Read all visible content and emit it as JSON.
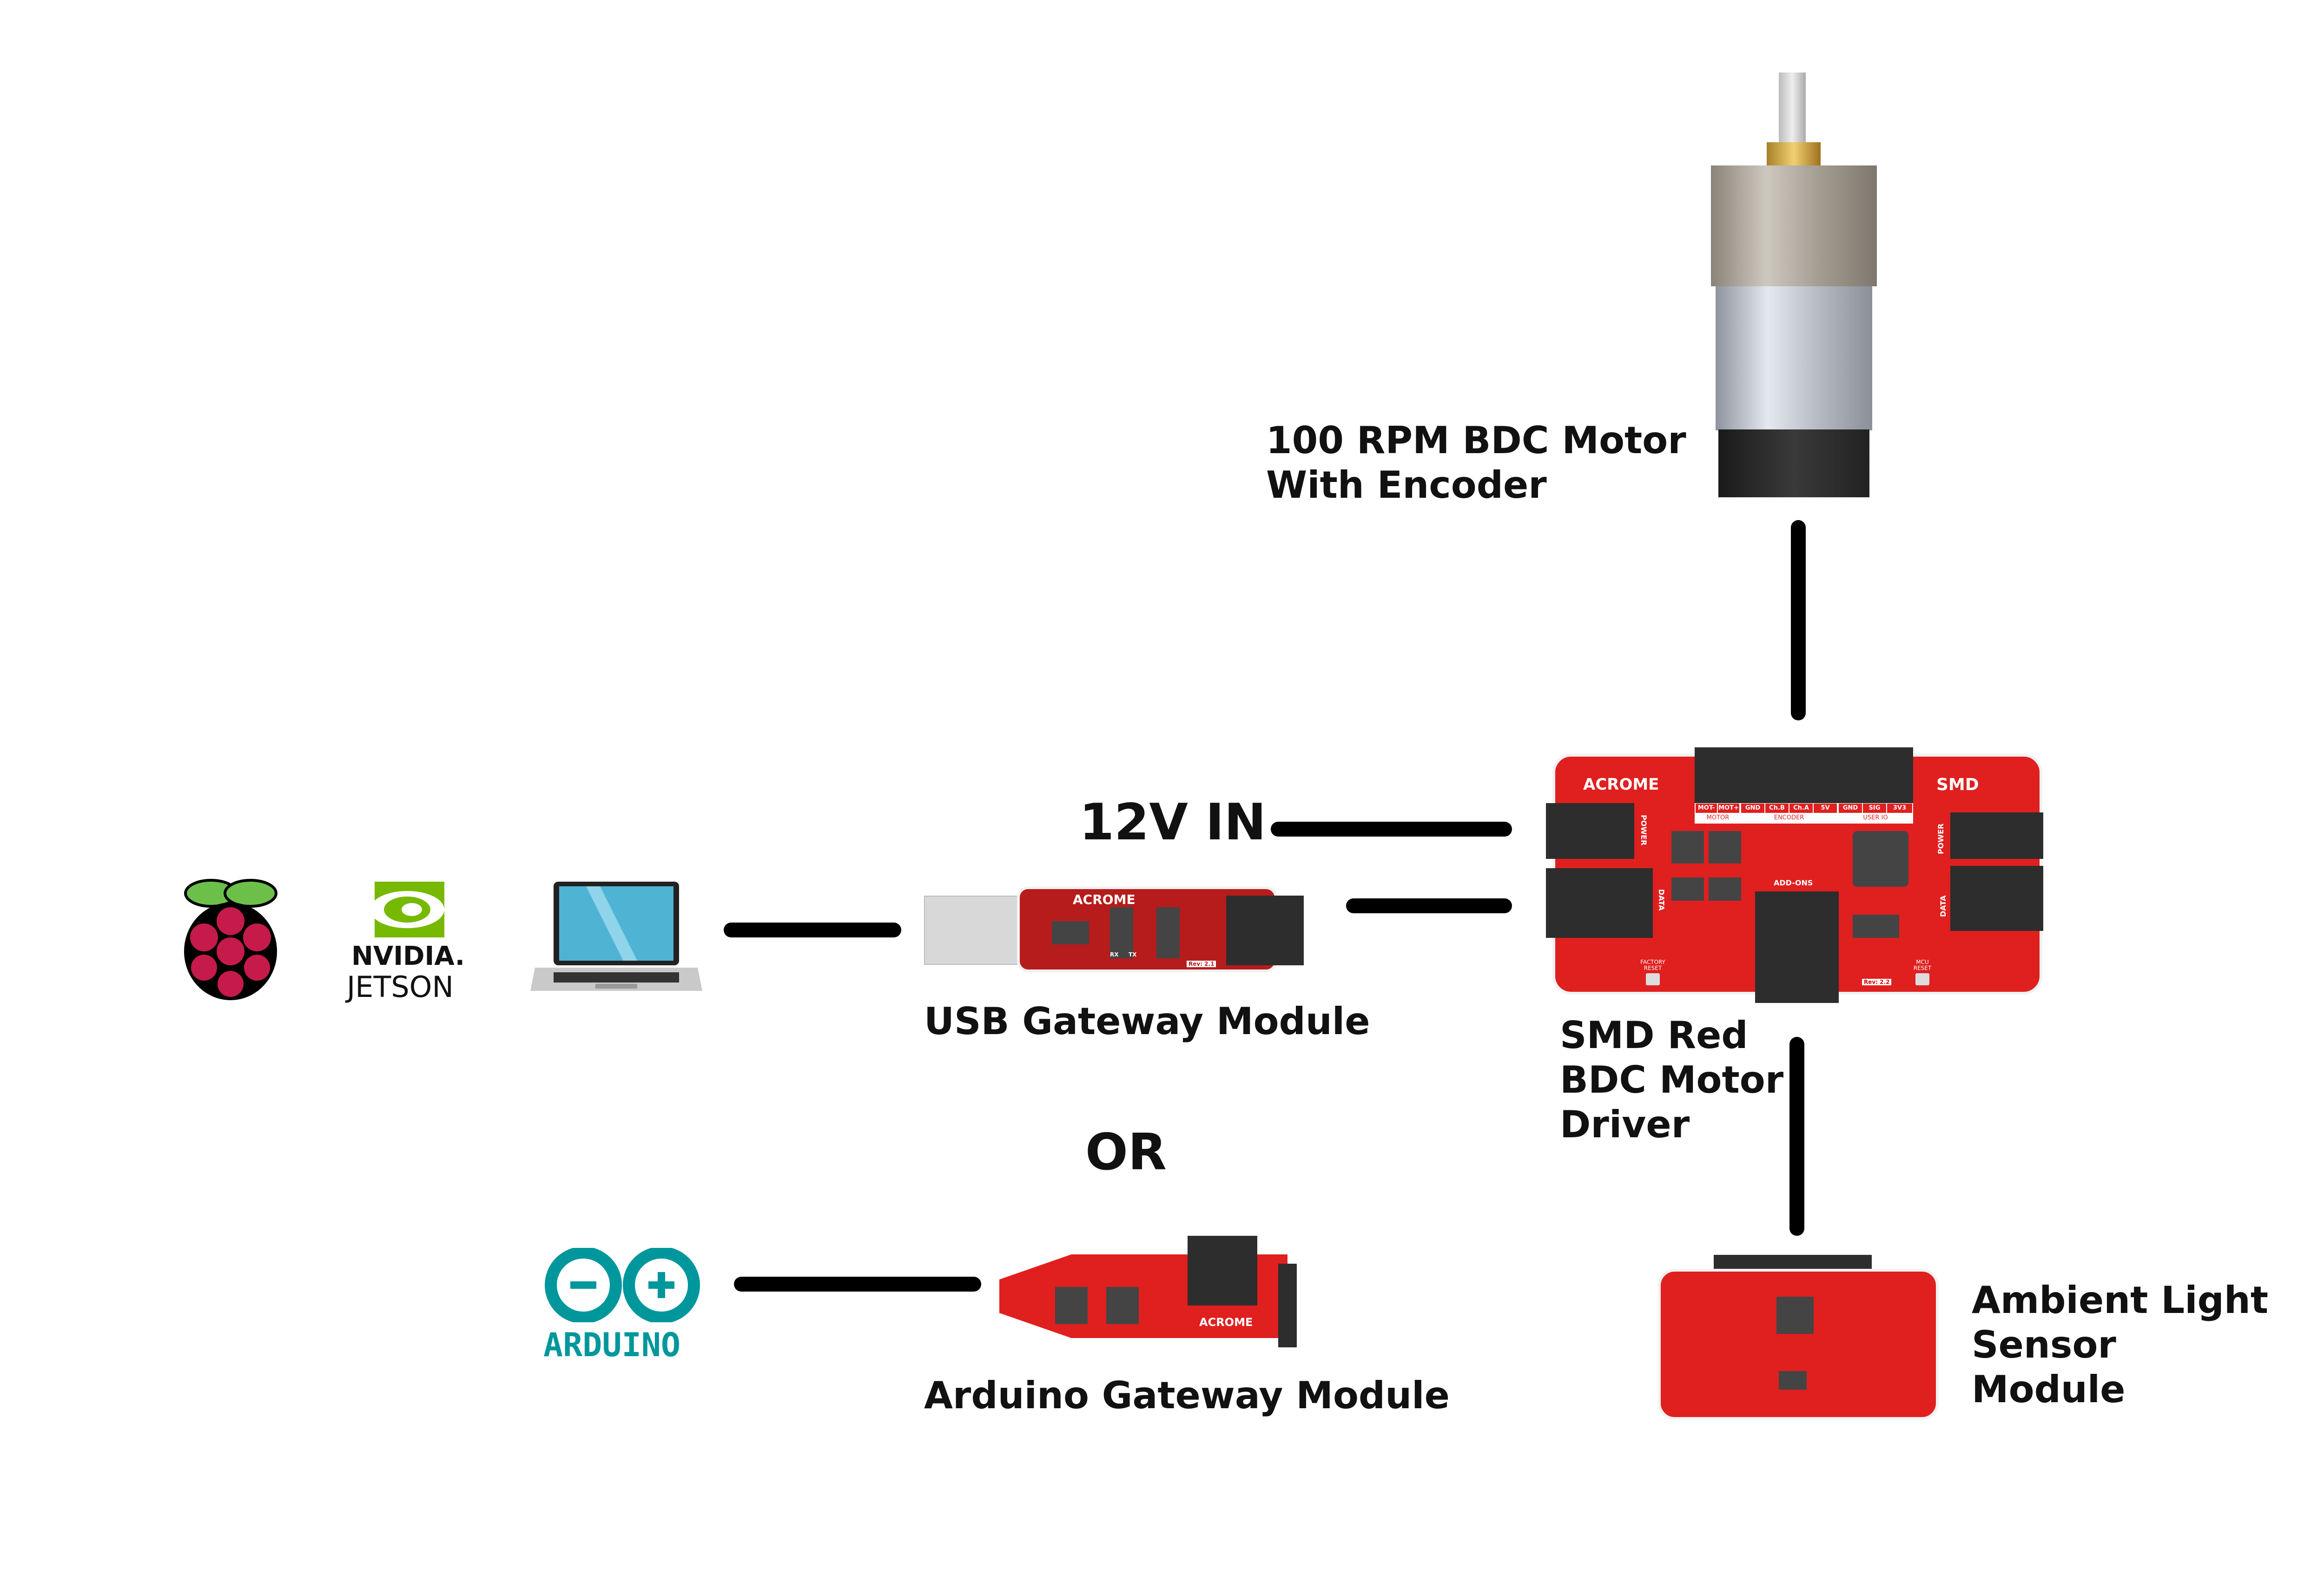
{
  "labels": {
    "motor": [
      "100 RPM BDC Motor",
      "With Encoder"
    ],
    "power_in": "12V IN",
    "usb_gateway": "USB Gateway Module",
    "or": "OR",
    "driver": [
      "SMD Red",
      "BDC Motor",
      "Driver"
    ],
    "arduino_gateway": "Arduino Gateway Module",
    "sensor": [
      "Ambient Light",
      "Sensor",
      "Module"
    ]
  },
  "logos": {
    "nvidia": "NVIDIA.",
    "jetson": "JETSON",
    "arduino": "ARDUINO",
    "acrome": "ACROME",
    "smd": "SMD"
  },
  "board_text": {
    "driver_pins": [
      "MOT-",
      "MOT+",
      "GND",
      "Ch.B",
      "Ch.A",
      "5V",
      "GND",
      "SIG",
      "3V3"
    ],
    "driver_groups": [
      "MOTOR",
      "ENCODER",
      "USER IO"
    ],
    "addons": "ADD-ONS",
    "power": "POWER",
    "data": "DATA",
    "factory_reset": "FACTORY RESET",
    "mcu_reset": "MCU RESET",
    "driver_rev": "Rev: 2.2",
    "usb_rev": "Rev: 2.1",
    "rx": "RX",
    "tx": "TX"
  },
  "colors": {
    "board_red": "#e01f1f",
    "arduino_teal": "#00979c",
    "nvidia_green": "#76b900",
    "raspberry": "#c51a4a",
    "wire": "#000000"
  }
}
